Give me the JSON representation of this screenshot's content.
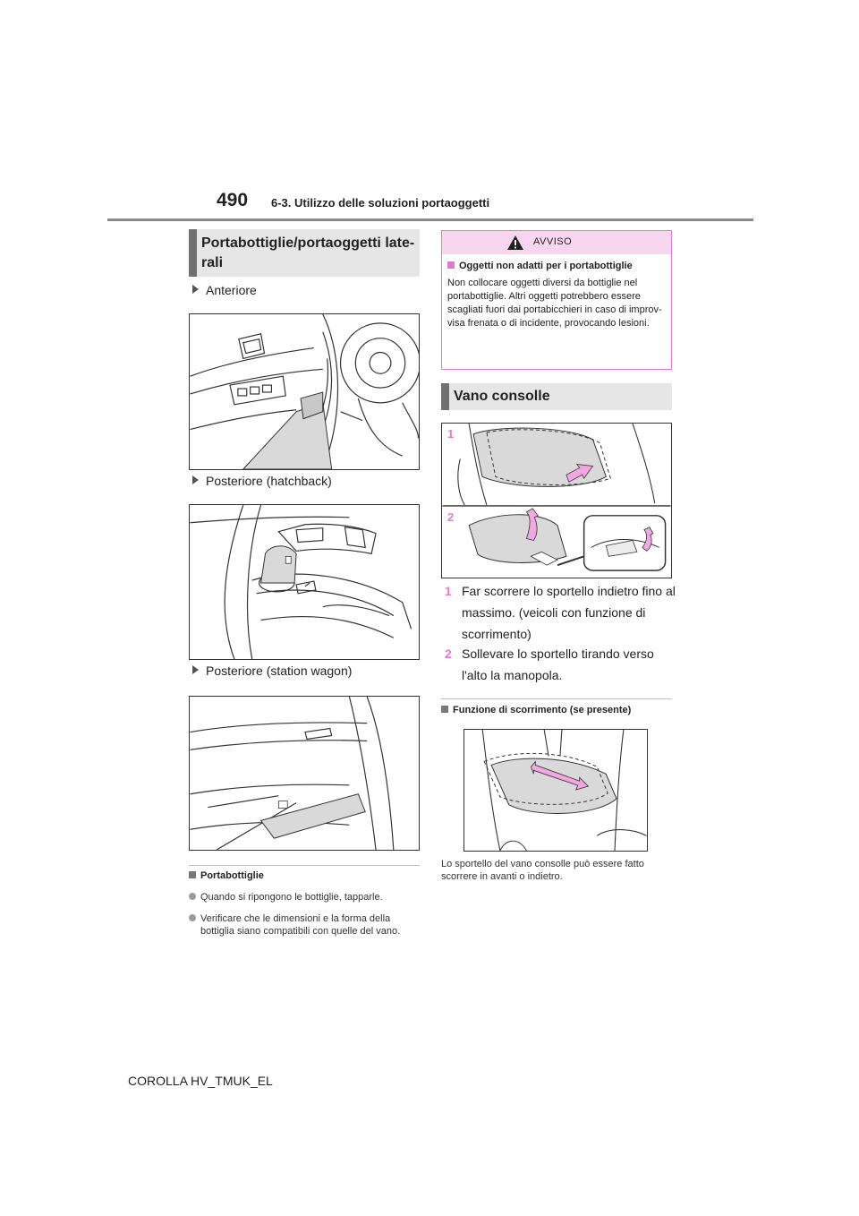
{
  "header": {
    "page_number": "490",
    "section": "6-3. Utilizzo delle soluzioni portaoggetti"
  },
  "left": {
    "title": "Portabottiglie/portaoggetti late-rali",
    "figures": [
      {
        "heading": "Anteriore"
      },
      {
        "heading": "Posteriore (hatchback)"
      },
      {
        "heading": "Posteriore (station wagon)"
      }
    ],
    "note": {
      "title": "Portabottiglie",
      "bullets": [
        "Quando si ripongono le bottiglie, tapparle.",
        "Verificare che le dimensioni e la forma della bottiglia siano compatibili con quelle del vano."
      ]
    }
  },
  "right": {
    "warning": {
      "label": "AVVISO",
      "item_title": "Oggetti non adatti per i portabottiglie",
      "body": "Non collocare oggetti diversi da bottiglie nel portabottiglie. Altri oggetti potrebbero essere scagliati fuori dai portabicchieri in caso di improv-visa frenata o di incidente, provocando lesioni."
    },
    "title": "Vano consolle",
    "figure_labels": [
      "1",
      "2"
    ],
    "steps": [
      {
        "num": "1",
        "text": "Far scorrere lo sportello indietro fino al massimo. (veicoli con funzione di scorrimento)"
      },
      {
        "num": "2",
        "text": "Sollevare lo sportello tirando verso l'alto la manopola."
      }
    ],
    "note": {
      "title": "Funzione di scorrimento (se presente)",
      "caption": "Lo sportello del vano consolle può essere fatto scorrere in avanti o indietro."
    }
  },
  "footer": {
    "model": "COROLLA HV_TMUK_EL"
  },
  "colors": {
    "accent_pink": "#e07ad0",
    "warning_fill": "#f8d6ef",
    "title_fill": "#e6e6e6",
    "title_bar": "#707070",
    "arrow_fill": "#f2a6e2"
  }
}
